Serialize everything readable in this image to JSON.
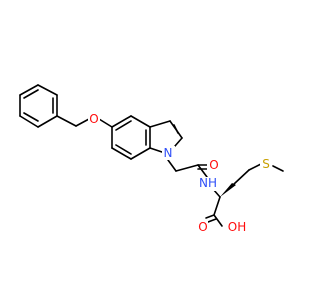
{
  "molecule": {
    "atom_labels": [
      {
        "key": "O_ether",
        "text": "O",
        "color": "#ff0d0d"
      },
      {
        "key": "N_indole",
        "text": "N",
        "color": "#3050f8"
      },
      {
        "key": "O_amide",
        "text": "O",
        "color": "#ff0d0d"
      },
      {
        "key": "NH_amide",
        "text": "NH",
        "color": "#3050f8"
      },
      {
        "key": "S_thioether",
        "text": "S",
        "color": "#c8a000"
      },
      {
        "key": "O_carbonyl",
        "text": "O",
        "color": "#ff0d0d"
      },
      {
        "key": "OH_acid",
        "text": "OH",
        "color": "#ff0d0d"
      }
    ]
  }
}
